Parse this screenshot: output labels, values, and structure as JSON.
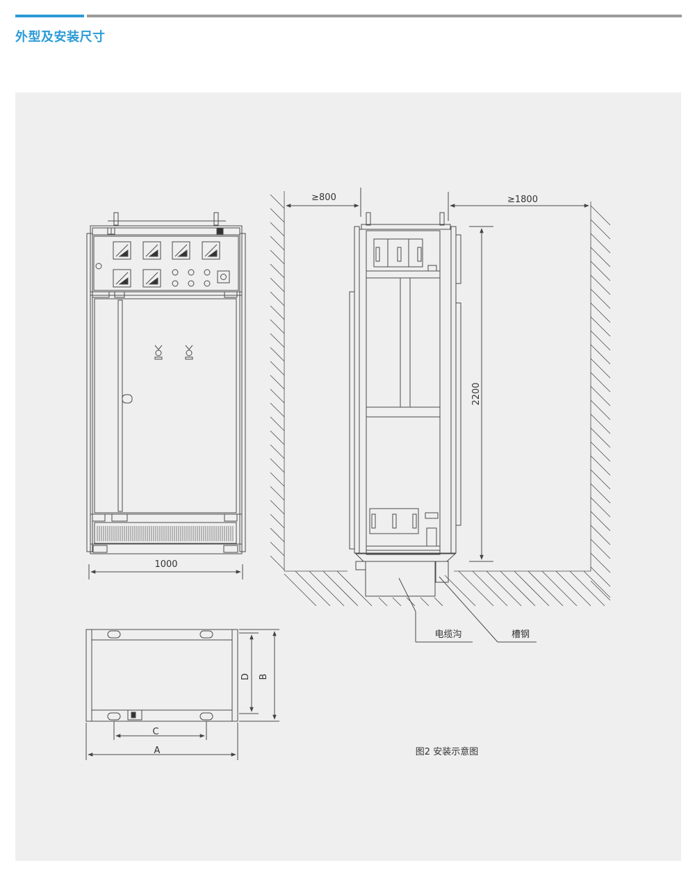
{
  "header": {
    "title": "外型及安装尺寸"
  },
  "colors": {
    "accent": "#2c9bd6",
    "rule_gray": "#9b9b9b",
    "panel_bg": "#efefef",
    "line": "#4a4a4a"
  },
  "front_view": {
    "width_label": "1000"
  },
  "side_view": {
    "rear_clearance": "≥800",
    "front_clearance": "≥1800",
    "height_label": "2200",
    "cable_trench": "电缆沟",
    "channel_steel": "槽钢"
  },
  "base_plan": {
    "label_a": "A",
    "label_b": "B",
    "label_c": "C",
    "label_d": "D"
  },
  "caption": "图2 安装示意图"
}
